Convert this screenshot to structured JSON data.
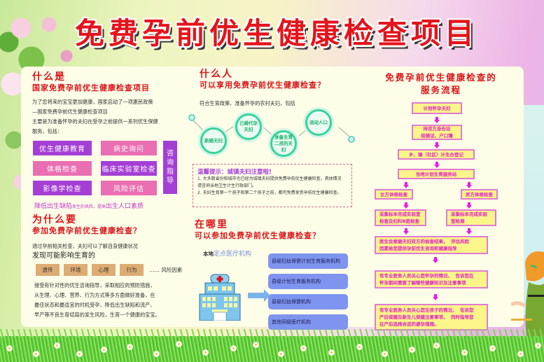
{
  "title": "免费孕前优生健康检查项目",
  "section_what": {
    "heading": "什么是",
    "subheading": "国家免费孕前优生健康检查项目",
    "paragraph_lines": [
      "为了您将来的宝宝更加健康，国家启动了一项惠民政策",
      "—国家免费孕前优生健康检查项目",
      "主要是为准备怀孕的夫妇在受孕之前提供一系列优生保健",
      "服务，包括："
    ],
    "services": [
      {
        "label": "优生健康教育",
        "color": "#a43fd6"
      },
      {
        "label": "病史询问",
        "color": "#ea6fb2"
      },
      {
        "label": "体格检查",
        "color": "#ea6fb2"
      },
      {
        "label": "临床实验室检查",
        "color": "#a43fd6"
      },
      {
        "label": "影像学检查",
        "color": "#a43fd6"
      },
      {
        "label": "风险评估",
        "color": "#ea6fb2"
      }
    ],
    "consult_label": "咨询指导",
    "footer_big1": "降低出生缺陷",
    "footer_small1": "发生的风险，提高",
    "footer_big2": "出生人口素质"
  },
  "section_why": {
    "heading": "为什么要",
    "subheading": "参加免费孕前优生健康检查？",
    "line1": "通过孕前相关检查，夫妇可以了解自身健康状况",
    "line2": "发现可能影响生育的",
    "factors": [
      "遗传",
      "环境",
      "心理",
      "行为"
    ],
    "factors_tail": "…… 风险因素",
    "paragraph_lines": [
      "接受有针对性的优生咨询指导，采取相应的预防措施，",
      "从生理、心理、营养、行为方式等多方面做好准备，在",
      "最佳状态和最适宜的时机受孕，降低出生缺陷和流产、",
      "早产等不良生育结局的发生风险，生育一个健康的宝宝。"
    ]
  },
  "section_who": {
    "heading": "什么人",
    "subheading": "可以享用免费孕前优生健康检查？",
    "intro": "符合生育政策、准备怀孕的农村夫妇，包括",
    "groups": [
      "新婚夫妇",
      "已婚代孕夫妇",
      "准备生育二孩的夫妇",
      "流动人口"
    ],
    "tip_title": "温馨提示：城镇夫妇注意啦!",
    "tip_lines": [
      "1. 大多数省份和城市也已经为城镇夫妇提供免费孕前优生健康检查，具体情况",
      "请咨询当地卫生计生行政部门。",
      "2. 夫妇生育第一个孩子和第二个孩子之前，都可免费享受孕前优生健康检查。"
    ]
  },
  "section_where": {
    "heading": "在哪里",
    "subheading": "可以参加免费孕前优生健康检查？",
    "local_prefix": "本地",
    "local_highlight": "定点医疗机构",
    "institutions": [
      "县级妇幼保健计划生育服务机构",
      "县级计划生育服务机构",
      "县级妇幼保健机构",
      "其他同级医疗机构"
    ]
  },
  "section_flow": {
    "title_line1": "免费孕前优生健康检查的",
    "title_line2": "服务流程",
    "steps": {
      "s1": "计划怀孕夫妇",
      "s2": "持双方身份证\n结婚证、户口簿",
      "s3": "乡、镇（社区）计生办登记",
      "s4": "当地计划生育服务站",
      "female_exam": "女方体格检查",
      "male_exam": "男方体格检查",
      "female_lab": "采集标本完成实验室\n检查及妇科B超检查",
      "male_lab": "采集标本完成实验\n室检测",
      "s7": "医生会根据夫妇双方的检查结果，  评估风险\n因素给您提供孕前优生咨询和健康指导",
      "s8": "有专业医务人员关心您怀孕的情况，  告诉您在\n怀孕期间需要了解哪些健康知识及注意事项",
      "s9": "有专业医务人员关心您生孩子的情况，  告诉您\n产后保健及新生儿保健注意事项，  同时指导您\n在产后选择合适的避孕措施。"
    }
  },
  "colors": {
    "title_red": "#e3141c",
    "heading_red": "#d9151b",
    "purple": "#a43fd6",
    "pink": "#ea6fb2",
    "flow_yellow": "#fbf58a",
    "flow_text": "#e021c3",
    "institution_blue": "#7f94ee",
    "factor_tan": "#ddac73",
    "circle_green": "#37d39a"
  }
}
